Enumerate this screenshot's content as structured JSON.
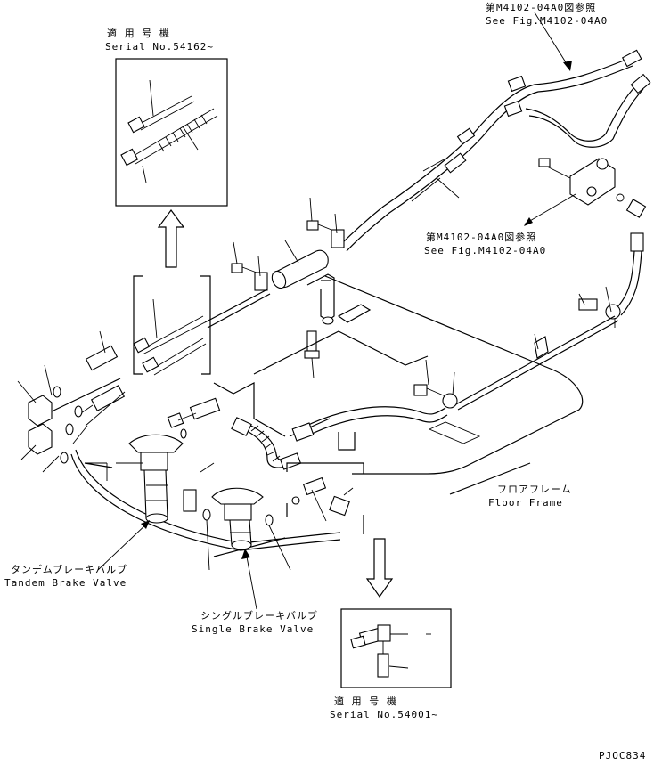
{
  "labels": {
    "serial_top_ja": "適 用 号 機",
    "serial_top_en": "Serial No.54162~",
    "ref_top_ja": "第M4102-04A0図参照",
    "ref_top_en": "See Fig.M4102-04A0",
    "ref_mid_ja": "第M4102-04A0図参照",
    "ref_mid_en": "See Fig.M4102-04A0",
    "floor_ja": "フロアフレーム",
    "floor_en": "Floor Frame",
    "tandem_ja": "タンデムブレーキバルブ",
    "tandem_en": "Tandem Brake Valve",
    "single_ja": "シングルブレーキバルブ",
    "single_en": "Single Brake Valve",
    "serial_bottom_ja": "適 用 号 機",
    "serial_bottom_en": "Serial No.54001~",
    "drawing_code": "PJOC834"
  }
}
